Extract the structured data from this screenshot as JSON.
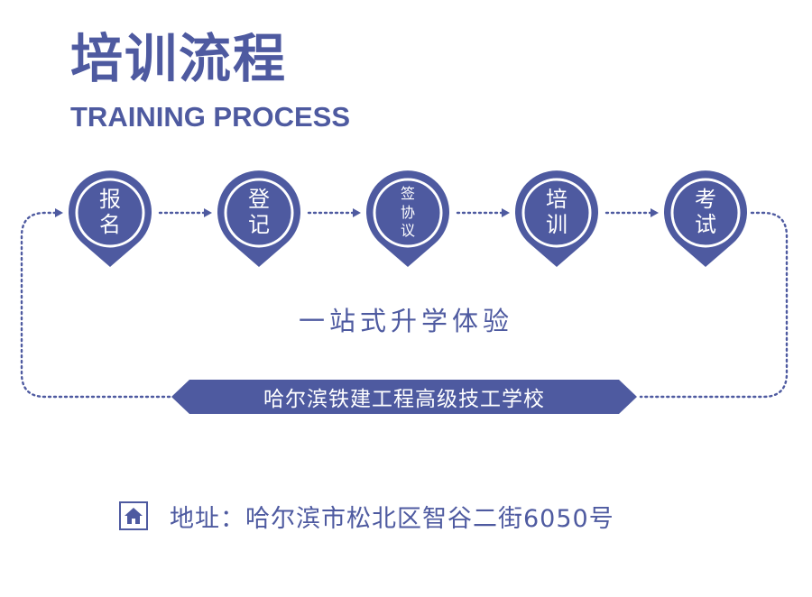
{
  "header": {
    "title_cn": "培训流程",
    "title_en": "TRAINING PROCESS"
  },
  "steps": [
    {
      "lines": [
        "报",
        "名"
      ]
    },
    {
      "lines": [
        "登",
        "记"
      ]
    },
    {
      "lines": [
        "签",
        "协",
        "议"
      ]
    },
    {
      "lines": [
        "培",
        "训"
      ]
    },
    {
      "lines": [
        "考",
        "试"
      ]
    }
  ],
  "slogan": "一站式升学体验",
  "banner": "哈尔滨铁建工程高级技工学校",
  "address": {
    "icon": "home-icon",
    "text": "地址：哈尔滨市松北区智谷二街6050号"
  },
  "colors": {
    "primary": "#4e5aa0",
    "text_on_primary": "#ffffff"
  }
}
